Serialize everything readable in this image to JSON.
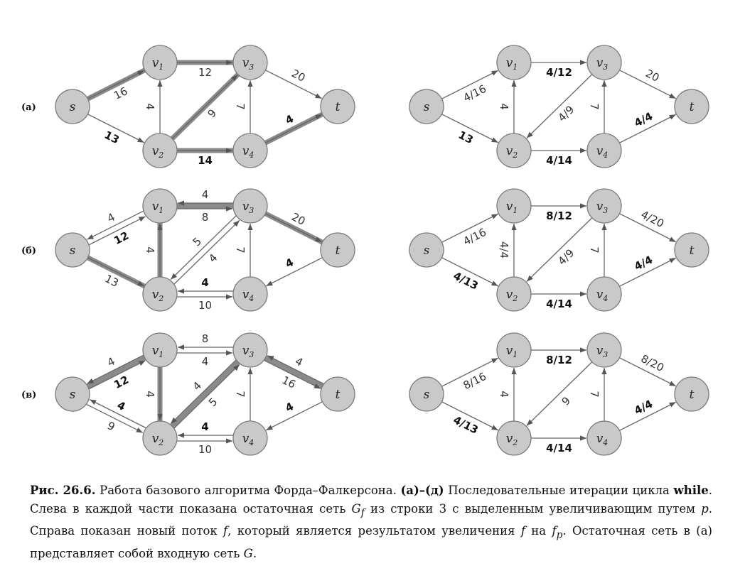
{
  "parts": [
    {
      "label": "(а)",
      "left": {
        "edges": [
          {
            "from": "s",
            "to": "v1",
            "label": "16",
            "hl": true
          },
          {
            "from": "s",
            "to": "v2",
            "label": "13",
            "bold": true
          },
          {
            "from": "v1",
            "to": "v3",
            "label": "12",
            "hl": true
          },
          {
            "from": "v2",
            "to": "v1",
            "label": "4"
          },
          {
            "from": "v2",
            "to": "v3",
            "label": "9",
            "hl": true
          },
          {
            "from": "v2",
            "to": "v4",
            "label": "14",
            "hl": true,
            "bold": true
          },
          {
            "from": "v4",
            "to": "v3",
            "label": "7"
          },
          {
            "from": "v3",
            "to": "t",
            "label": "20"
          },
          {
            "from": "v4",
            "to": "t",
            "label": "4",
            "hl": true,
            "bold": true
          }
        ]
      },
      "right": {
        "edges": [
          {
            "from": "s",
            "to": "v1",
            "label": "4/16"
          },
          {
            "from": "s",
            "to": "v2",
            "label": "13",
            "bold": true
          },
          {
            "from": "v1",
            "to": "v3",
            "label": "4/12",
            "bold": true
          },
          {
            "from": "v2",
            "to": "v1",
            "label": "4"
          },
          {
            "from": "v3",
            "to": "v2",
            "label": "4/9"
          },
          {
            "from": "v2",
            "to": "v4",
            "label": "4/14",
            "bold": true
          },
          {
            "from": "v4",
            "to": "v3",
            "label": "7"
          },
          {
            "from": "v3",
            "to": "t",
            "label": "20"
          },
          {
            "from": "v4",
            "to": "t",
            "label": "4/4",
            "bold": true
          }
        ]
      }
    },
    {
      "label": "(б)",
      "left": {
        "edges": [
          {
            "from": "s",
            "to": "v1",
            "label": "12",
            "bold": true
          },
          {
            "from": "v1",
            "to": "s",
            "label": "4"
          },
          {
            "from": "s",
            "to": "v2",
            "label": "13",
            "hl": true
          },
          {
            "from": "v1",
            "to": "v3",
            "label": "8",
            "hl": true
          },
          {
            "from": "v3",
            "to": "v1",
            "label": "4"
          },
          {
            "from": "v2",
            "to": "v1",
            "label": "4",
            "hl": true
          },
          {
            "from": "v2",
            "to": "v3",
            "label": "4"
          },
          {
            "from": "v3",
            "to": "v2",
            "label": "5"
          },
          {
            "from": "v2",
            "to": "v4",
            "label": "10"
          },
          {
            "from": "v4",
            "to": "v2",
            "label": "4",
            "bold": true
          },
          {
            "from": "v4",
            "to": "v3",
            "label": "7"
          },
          {
            "from": "v3",
            "to": "t",
            "label": "20",
            "hl": true
          },
          {
            "from": "t",
            "to": "v4",
            "label": "4",
            "bold": true
          }
        ]
      },
      "right": {
        "edges": [
          {
            "from": "s",
            "to": "v1",
            "label": "4/16"
          },
          {
            "from": "s",
            "to": "v2",
            "label": "4/13",
            "bold": true
          },
          {
            "from": "v1",
            "to": "v3",
            "label": "8/12",
            "bold": true
          },
          {
            "from": "v2",
            "to": "v1",
            "label": "4/4"
          },
          {
            "from": "v3",
            "to": "v2",
            "label": "4/9"
          },
          {
            "from": "v2",
            "to": "v4",
            "label": "4/14",
            "bold": true
          },
          {
            "from": "v4",
            "to": "v3",
            "label": "7"
          },
          {
            "from": "v3",
            "to": "t",
            "label": "4/20"
          },
          {
            "from": "v4",
            "to": "t",
            "label": "4/4",
            "bold": true
          }
        ]
      }
    },
    {
      "label": "(в)",
      "left": {
        "edges": [
          {
            "from": "s",
            "to": "v1",
            "label": "12",
            "hl": true,
            "bold": true
          },
          {
            "from": "v1",
            "to": "s",
            "label": "4"
          },
          {
            "from": "s",
            "to": "v2",
            "label": "9"
          },
          {
            "from": "v2",
            "to": "s",
            "label": "4",
            "bold": true
          },
          {
            "from": "v1",
            "to": "v3",
            "label": "4"
          },
          {
            "from": "v3",
            "to": "v1",
            "label": "8"
          },
          {
            "from": "v1",
            "to": "v2",
            "label": "4",
            "hl": true
          },
          {
            "from": "v3",
            "to": "v2",
            "label": "4",
            "hl": true
          },
          {
            "from": "v2",
            "to": "v3",
            "label": "5"
          },
          {
            "from": "v2",
            "to": "v4",
            "label": "10"
          },
          {
            "from": "v4",
            "to": "v2",
            "label": "4",
            "bold": true
          },
          {
            "from": "v4",
            "to": "v3",
            "label": "7"
          },
          {
            "from": "v3",
            "to": "t",
            "label": "16",
            "hl": true
          },
          {
            "from": "t",
            "to": "v3",
            "label": "4"
          },
          {
            "from": "t",
            "to": "v4",
            "label": "4",
            "bold": true
          }
        ]
      },
      "right": {
        "edges": [
          {
            "from": "s",
            "to": "v1",
            "label": "8/16"
          },
          {
            "from": "s",
            "to": "v2",
            "label": "4/13",
            "bold": true
          },
          {
            "from": "v1",
            "to": "v3",
            "label": "8/12",
            "bold": true
          },
          {
            "from": "v2",
            "to": "v1",
            "label": "4"
          },
          {
            "from": "v3",
            "to": "v2",
            "label": "9"
          },
          {
            "from": "v2",
            "to": "v4",
            "label": "4/14",
            "bold": true
          },
          {
            "from": "v4",
            "to": "v3",
            "label": "7"
          },
          {
            "from": "v3",
            "to": "t",
            "label": "8/20"
          },
          {
            "from": "v4",
            "to": "t",
            "label": "4/4",
            "bold": true
          }
        ]
      }
    }
  ],
  "nodes": [
    {
      "id": "s",
      "name": "s",
      "sub": ""
    },
    {
      "id": "v1",
      "name": "v",
      "sub": "1"
    },
    {
      "id": "v2",
      "name": "v",
      "sub": "2"
    },
    {
      "id": "v3",
      "name": "v",
      "sub": "3"
    },
    {
      "id": "v4",
      "name": "v",
      "sub": "4"
    },
    {
      "id": "t",
      "name": "t",
      "sub": ""
    }
  ],
  "caption": {
    "fig_label": "Рис. 26.6.",
    "seg1": " Работа базового алгоритма Форда–Фалкерсона. ",
    "parts_label": "(а)–(д)",
    "seg2": " Последовательные итерации цикла ",
    "keyword": "while",
    "seg3": ". Слева в каждой части показана остаточная сеть ",
    "gf": "G",
    "gf_sub": "f",
    "seg4": " из строки 3 с выделенным увеличивающим путем ",
    "p": "p",
    "seg5": ". Справа показан новый поток ",
    "f1": "f",
    "seg6": ", который является результатом увеличения ",
    "f2": "f",
    "seg7": " на ",
    "fp": "f",
    "fp_sub": "p",
    "seg8": ". Остаточная сеть в (а) представляет собой входную сеть ",
    "g": "G",
    "seg9": "."
  }
}
